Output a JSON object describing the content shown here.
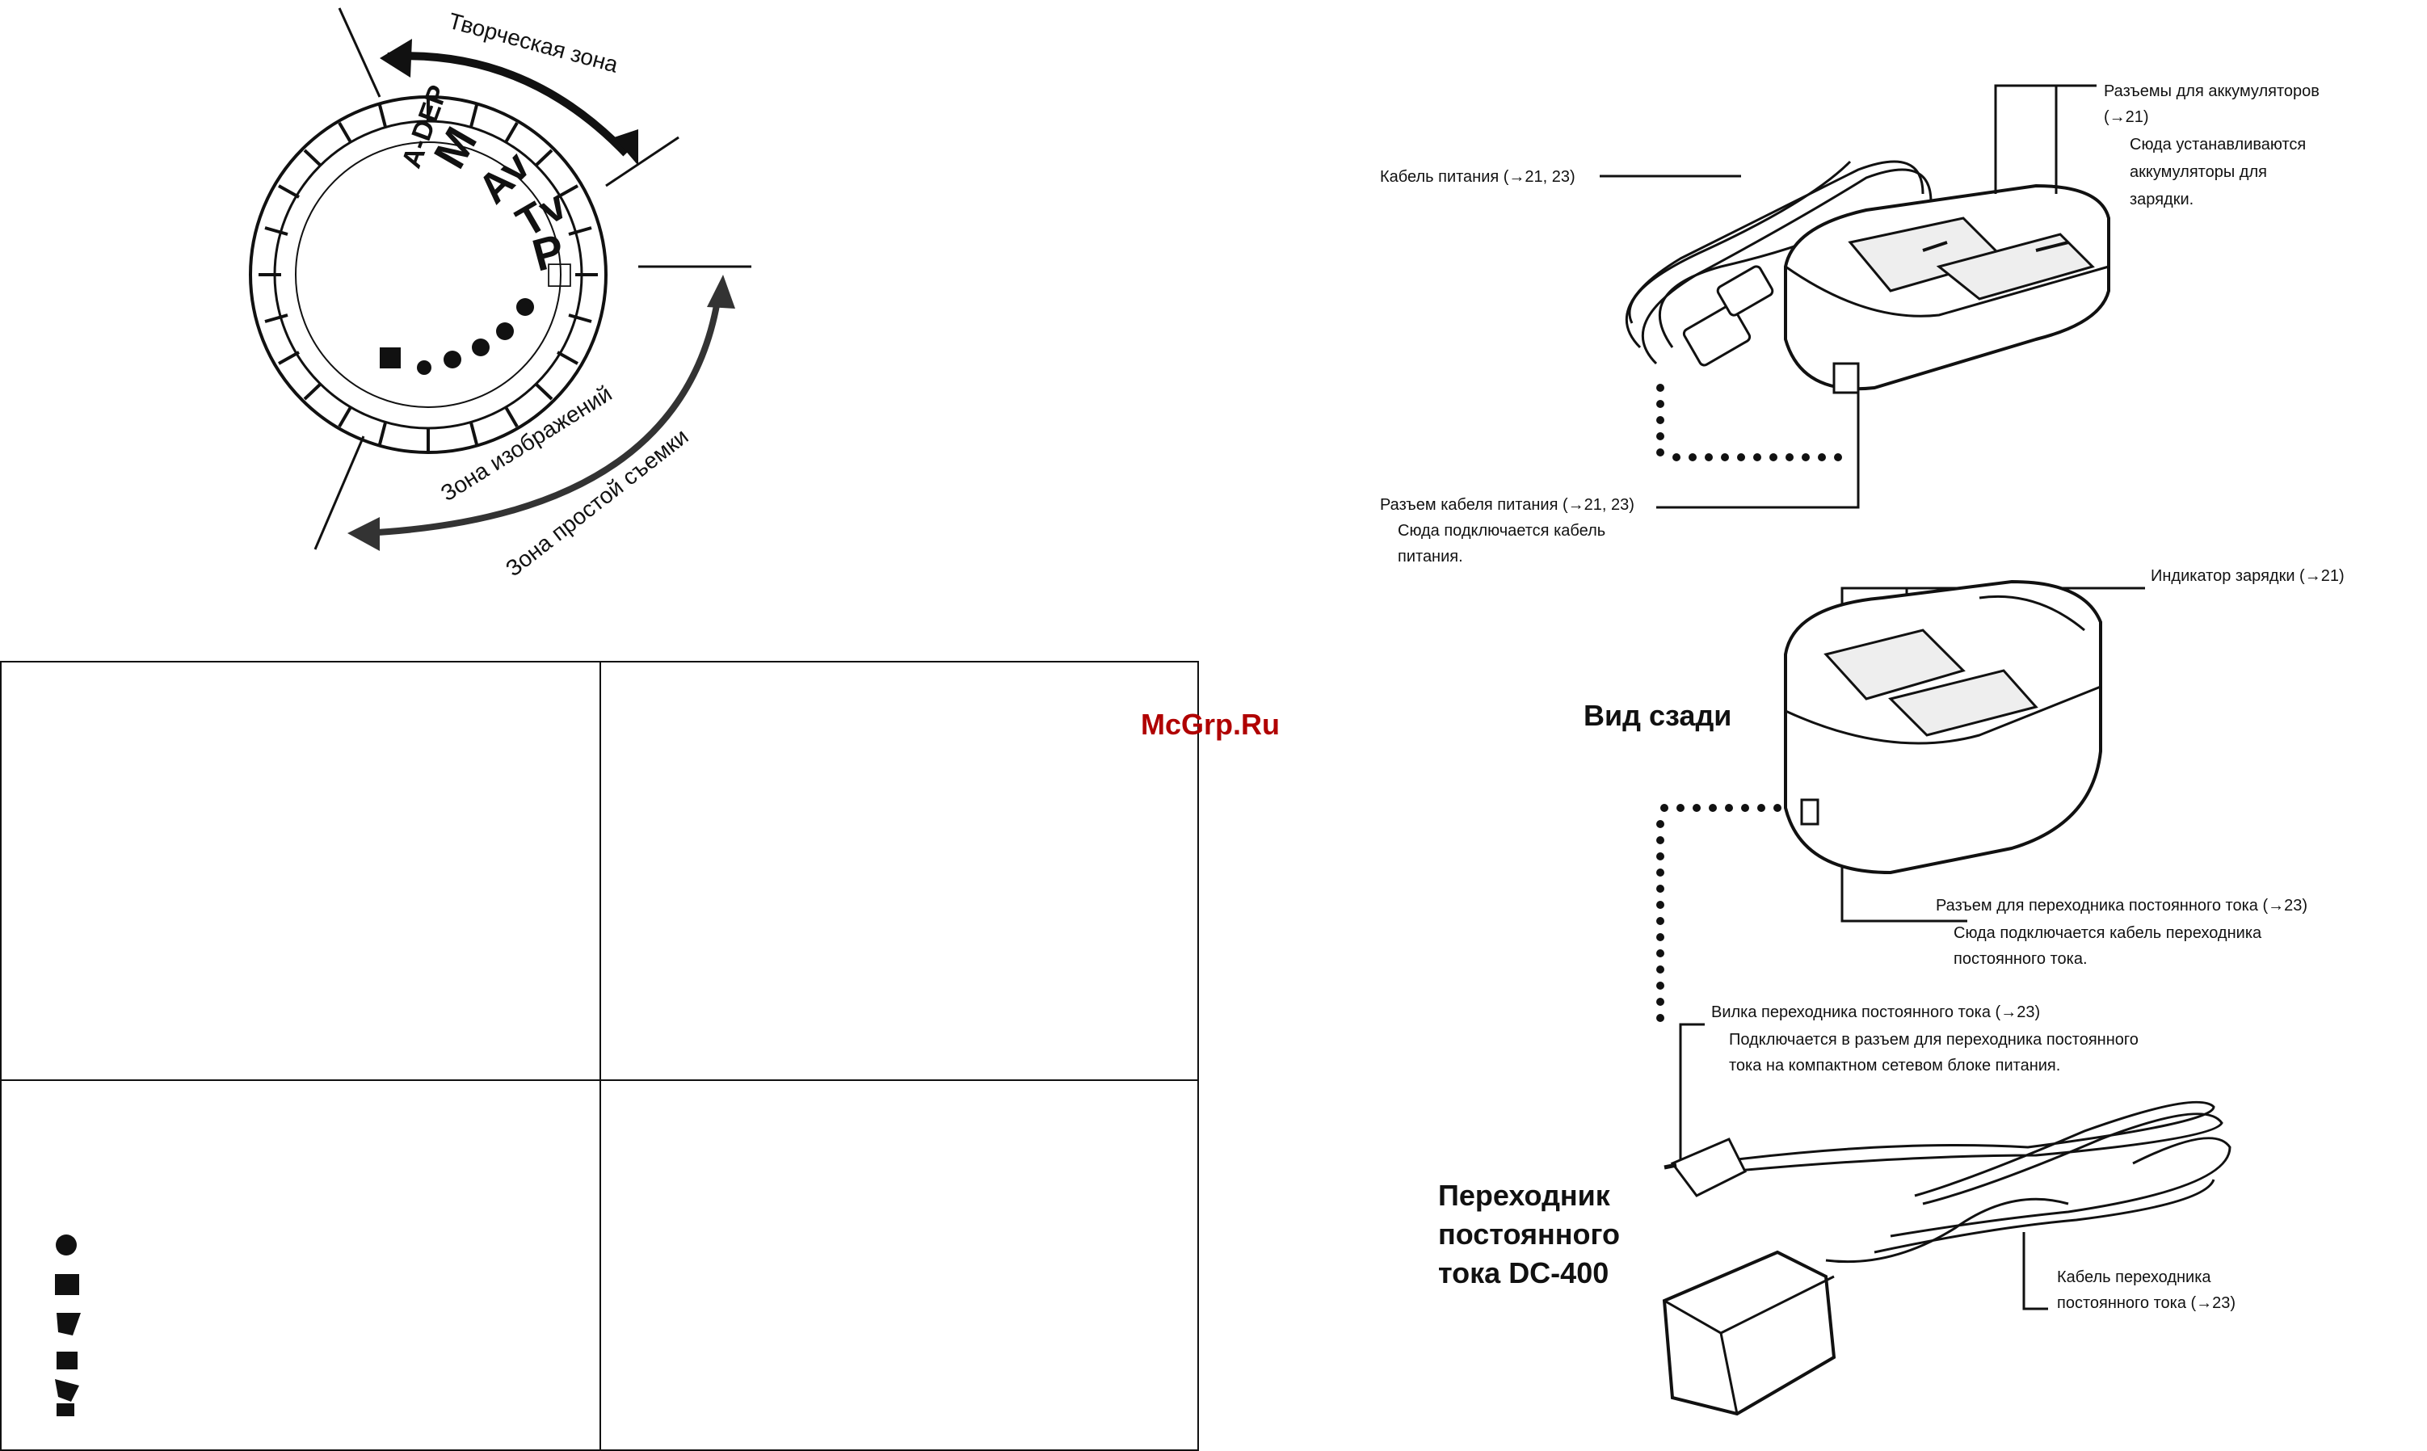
{
  "mode_dial": {
    "zones": {
      "creative": "Творческая зона",
      "image": "Зона изображений",
      "basic": "Зона простой съемки"
    },
    "modes": [
      "A-DEP",
      "M",
      "Av",
      "Tv",
      "P",
      "□"
    ]
  },
  "watermark": "McGrp.Ru",
  "charger_front": {
    "battery_slots": {
      "title": "Разъемы для аккумуляторов",
      "ref": "(→21)",
      "desc1": "Сюда устанавливаются",
      "desc2": "аккумуляторы для",
      "desc3": "зарядки."
    },
    "power_cable": "Кабель питания (→21, 23)",
    "power_socket": {
      "title": "Разъем кабеля питания (→21, 23)",
      "desc1": "Сюда подключается кабель",
      "desc2": "питания."
    }
  },
  "charger_rear": {
    "indicator": "Индикатор зарядки (→21)",
    "view_title": "Вид сзади",
    "dc_socket": {
      "title": "Разъем для переходника постоянного тока (→23)",
      "desc1": "Сюда подключается кабель переходника",
      "desc2": "постоянного тока."
    },
    "dc_plug": {
      "title": "Вилка переходника постоянного тока (→23)",
      "desc1": "Подключается в разъем для переходника постоянного",
      "desc2": "тока на компактном сетевом блоке питания."
    }
  },
  "dc_coupler": {
    "title_line1": "Переходник",
    "title_line2": "постоянного",
    "title_line3": "тока DC-400",
    "cable1": "Кабель переходника",
    "cable2": "постоянного тока (→23)"
  }
}
